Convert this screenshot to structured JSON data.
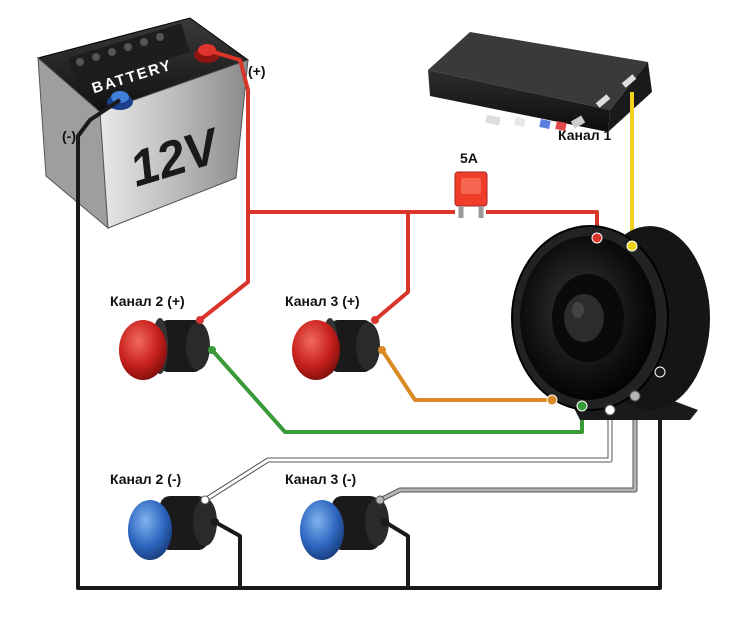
{
  "battery": {
    "brand_text": "BATTERY",
    "voltage_text": "12V",
    "plus_label": "(+)",
    "minus_label": "(-)"
  },
  "fuse": {
    "rating_label": "5A"
  },
  "module": {
    "channel_label": "Канал 1"
  },
  "buttons": {
    "ch2_plus": "Канал 2 (+)",
    "ch3_plus": "Канал 3 (+)",
    "ch2_minus": "Канал 2 (-)",
    "ch3_minus": "Канал 3 (-)"
  },
  "colors": {
    "red_wire": "#d9352b",
    "black_wire": "#1a1a1a",
    "green_wire": "#3a9a3a",
    "orange_wire": "#d98a25",
    "yellow_wire": "#f2d21b",
    "white_wire": "#ffffff",
    "gray_wire": "#9a9a9a",
    "button_red": "#c8201c",
    "button_blue": "#2f67c0"
  }
}
